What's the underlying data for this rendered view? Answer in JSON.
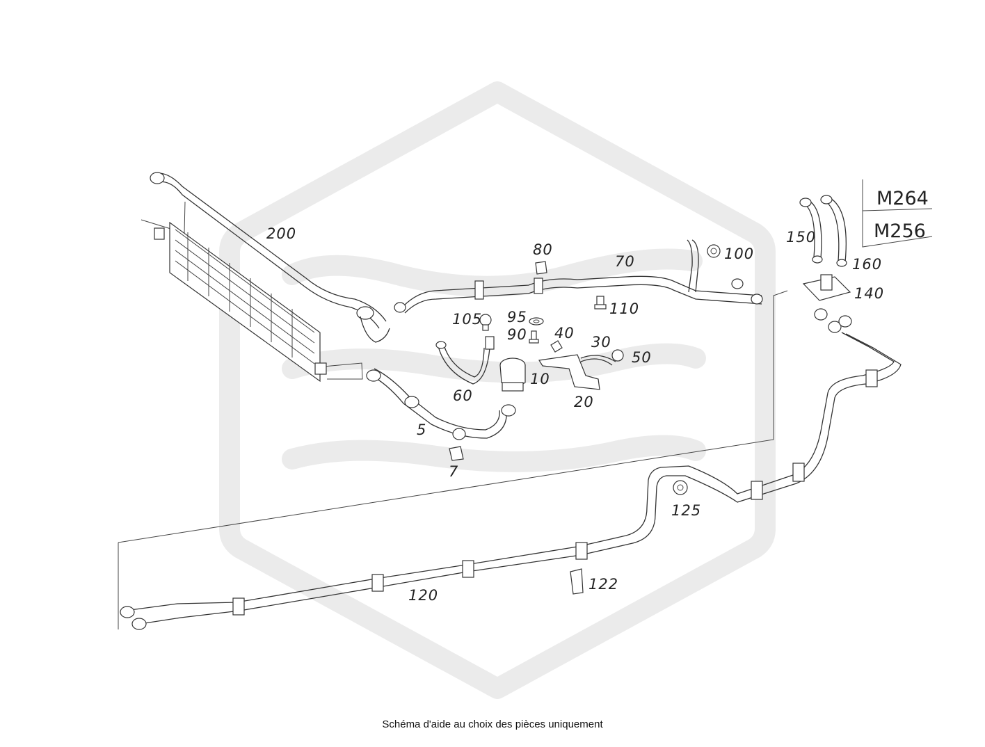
{
  "diagram": {
    "footer_note": "Schéma d'aide au choix des pièces uniquement",
    "engine_variants": [
      "M264",
      "M256"
    ],
    "callouts": {
      "c5": "5",
      "c7": "7",
      "c10": "10",
      "c20": "20",
      "c30": "30",
      "c40": "40",
      "c50": "50",
      "c60": "60",
      "c70": "70",
      "c80": "80",
      "c90": "90",
      "c95": "95",
      "c100": "100",
      "c105": "105",
      "c110": "110",
      "c120": "120",
      "c122": "122",
      "c125": "125",
      "c140": "140",
      "c150": "150",
      "c160": "160",
      "c200": "200"
    }
  },
  "colors": {
    "watermark": "#ebebeb",
    "lines": "#333333",
    "background": "#ffffff"
  }
}
